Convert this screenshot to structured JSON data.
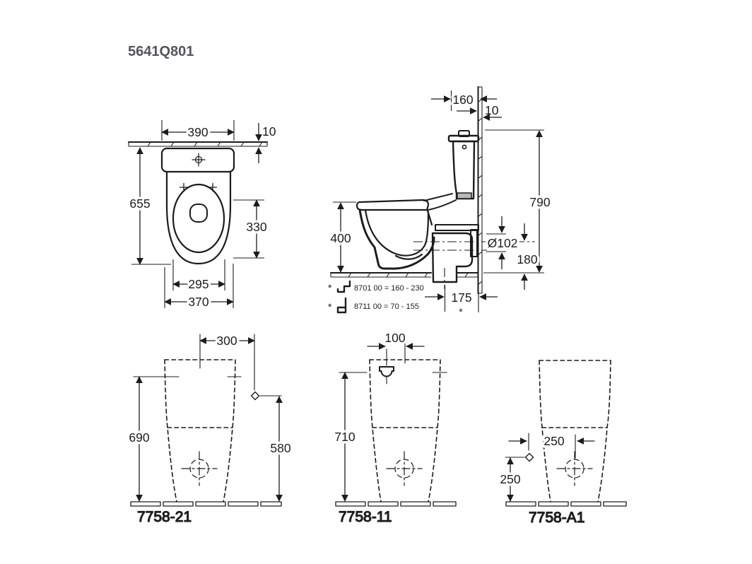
{
  "meta": {
    "product_code": "5641Q801"
  },
  "colors": {
    "line": "#1c1c1c",
    "code_text": "#53555d",
    "cistern_base_fill": "#b9b9b9"
  },
  "top_view": {
    "dim_width_top": "390",
    "dim_wall_thickness": "10",
    "dim_depth": "655",
    "dim_seat_length": "330",
    "dim_fixing_distance": "295",
    "dim_bowl_width": "370"
  },
  "side_view": {
    "dim_cistern_depth": "160",
    "dim_wall_thickness": "10",
    "dim_total_height": "790",
    "dim_seat_height": "400",
    "dim_outlet_diameter": "Ø102",
    "dim_outlet_height": "180",
    "dim_outlet_distance": "175",
    "footnote_marker": "*",
    "notes": [
      {
        "marker": "*",
        "text": "8701 00 = 160 - 230"
      },
      {
        "marker": "*",
        "text": "8711 00 = 70 -  155"
      }
    ]
  },
  "variants": [
    {
      "label": "7758-21",
      "dim_supply_offset": "300",
      "dim_height": "690",
      "dim_supply_height": "580"
    },
    {
      "label": "7758-11",
      "dim_inlet_offset": "100",
      "dim_height": "710"
    },
    {
      "label": "7758-A1",
      "dim_supply_offset": "250",
      "dim_supply_height": "250"
    }
  ]
}
